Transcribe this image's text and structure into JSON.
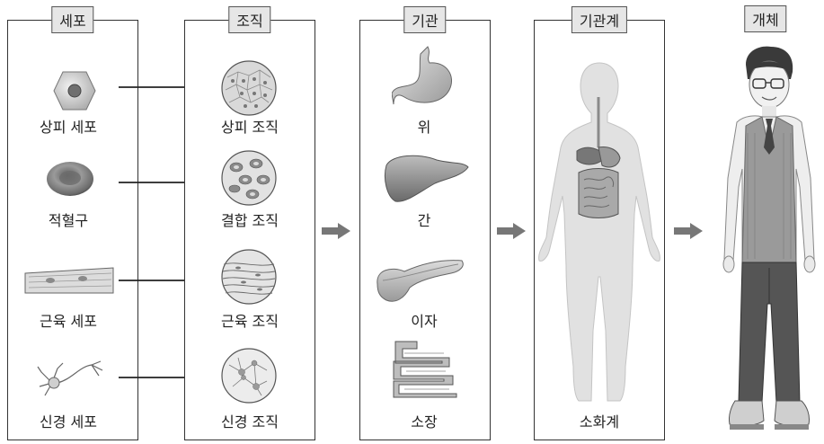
{
  "columns": {
    "cell": {
      "title": "세포",
      "items": [
        "상피 세포",
        "적혈구",
        "근육 세포",
        "신경 세포"
      ]
    },
    "tissue": {
      "title": "조직",
      "items": [
        "상피 조직",
        "결합 조직",
        "근육 조직",
        "신경 조직"
      ]
    },
    "organ": {
      "title": "기관",
      "items": [
        "위",
        "간",
        "이자",
        "소장"
      ]
    },
    "organ_system": {
      "title": "기관계",
      "label": "소화계"
    },
    "individual": {
      "title": "개체"
    }
  }
}
